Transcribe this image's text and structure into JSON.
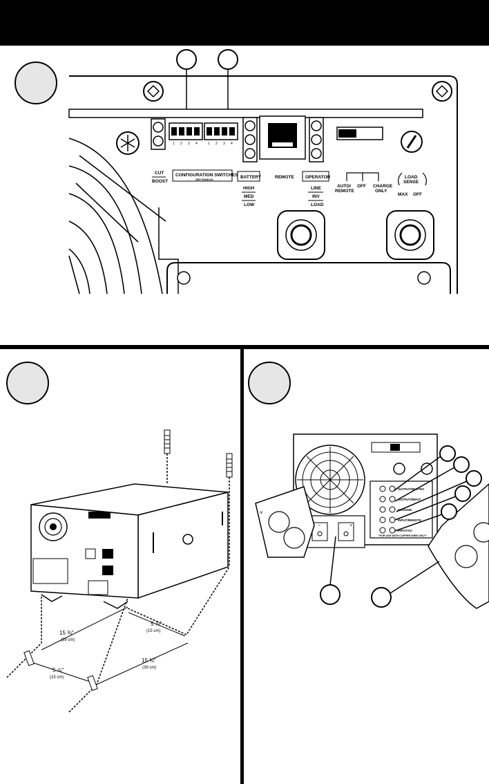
{
  "panel_labels": {
    "cut": "CUT",
    "boost": "BOOST",
    "config_switches": "CONFIGURATION SWITCHES",
    "config_note": "SEE MANUAL",
    "battery": "BATTERY",
    "high": "HIGH",
    "med": "MED",
    "low": "LOW",
    "remote": "REMOTE",
    "operator": "OPERATOR",
    "line": "LINE",
    "inv": "INV",
    "load": "LOAD",
    "auto_remote_1": "AUTO/",
    "auto_remote_2": "REMOTE",
    "off": "OFF",
    "charge_only_1": "CHARGE",
    "charge_only_2": "ONLY",
    "load_sense_1": "LOAD",
    "load_sense_2": "SENSE",
    "max": "MAX",
    "sense_off": "OFF"
  },
  "switch_numbers": [
    "1",
    "2",
    "3",
    "4",
    "1",
    "2",
    "3",
    "4"
  ],
  "dimensions": {
    "d1": "5 ⅞\"",
    "d1cm": "(15 cm)",
    "d2": "15 ⅜\"",
    "d2cm": "(39 cm)",
    "d3": "15 ⅜\"",
    "d3cm": "(39 cm)",
    "d4": "5 ⅞\"",
    "d4cm": "(15 cm)"
  },
  "terminal_labels": [
    "OUTPUT/MULTRA",
    "OUTPUT/INPUT",
    "GROUND",
    "INPUT/REMOTE",
    "INPUT/AC"
  ],
  "terminal_note": "*FOR USE WITH COPPER WIRE ONLY*"
}
